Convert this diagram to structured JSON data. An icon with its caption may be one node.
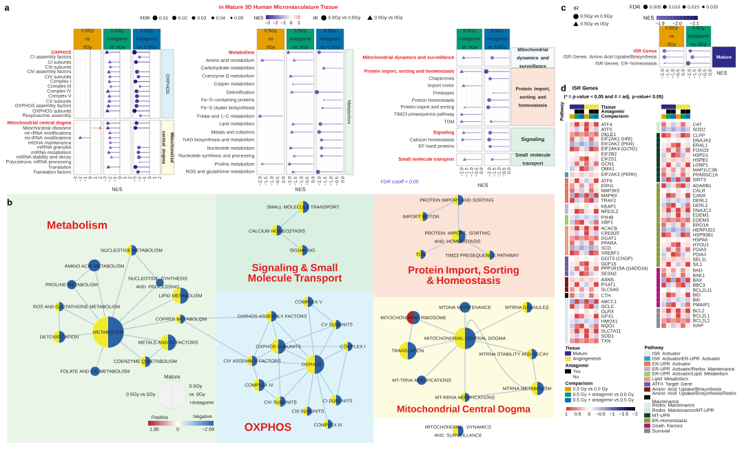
{
  "diagram": {
    "title": "in Mature 3D Human Microvasculature Tissue",
    "nodes": [
      {
        "text": [
          "0.5Gy vs 0Gy"
        ]
      },
      {
        "text": [
          "0.5Gy Antagomir vs 0Gy"
        ]
      },
      {
        "text": [
          "0.5Gy Antagomir vs 0.5Gy"
        ]
      },
      {
        "text": [
          "OXPHOS"
        ]
      },
      {
        "text": [
          "Mitochondrial central dogma"
        ]
      },
      {
        "text": [
          "0.5Gy vs 0Gy"
        ]
      },
      {
        "text": [
          "0.5Gy Antagomir vs 0Gy"
        ]
      },
      {
        "text": [
          "0.5Gy Antagomir vs 0.5Gy"
        ]
      },
      {
        "text": [
          "Metabolism"
        ]
      },
      {
        "text": [
          "0.5Gy Antagomir vs 0Gy"
        ]
      },
      {
        "text": [
          "0.5Gy Antagomir vs 0.5Gy"
        ]
      },
      {
        "text": [
          "Mitochondrial dynamics and surveillance"
        ]
      },
      {
        "text": [
          "Protein import, sorting and homeostasis"
        ]
      },
      {
        "text": [
          "Signaling"
        ]
      },
      {
        "text": [
          "Small molecule transport"
        ]
      },
      {
        "text": [
          "0.5Gy vs 0Gy"
        ]
      },
      {
        "text": [
          "0.5Gy Antagomir vs 0Gy"
        ]
      },
      {
        "text": [
          "Mature"
        ]
      },
      {
        "text": [
          "Metabolism"
        ]
      },
      {
        "text": [
          "Signaling & Small Molecule Transport"
        ]
      },
      {
        "text": [
          "OXPHOS"
        ]
      },
      {
        "text": [
          "Protein Import, Sorting & Homeostasis"
        ]
      },
      {
        "text": [
          "Mitochondrial Central Dogma"
        ]
      },
      {
        "text": [
          "NUCLEOTIDE METABOLISM"
        ],
        "in": 18
      },
      {
        "text": [
          "AMINO ACID METABOLISM"
        ],
        "in": 18
      },
      {
        "text": [
          "PROLINE METABOLISM"
        ],
        "in": 18
      },
      {
        "text": [
          "NUCLEOTIDE SYNTHESIS AND PROCESSING"
        ],
        "in": 18
      },
      {
        "text": [
          "LIPID METABOLISM"
        ],
        "in": 18
      },
      {
        "text": [
          "ROS AND GLUTATHIONE METABOLISM"
        ],
        "in": 18
      },
      {
        "text": [
          "COPPER METABOLISM"
        ],
        "in": 18
      },
      {
        "text": [
          "METABOLISM"
        ],
        "in": 18
      },
      {
        "text": [
          "DETOXIFICATION"
        ],
        "in": 18
      },
      {
        "text": [
          "METALS AND COFACTORS"
        ],
        "in": 18
      },
      {
        "text": [
          "COENZYME Q METABOLISM"
        ],
        "in": 18
      },
      {
        "text": [
          "FOLATE AND 1-C METABOLISM"
        ],
        "in": 18
      },
      {
        "text": [
          "SMALL MOLECULE TRANSPORT"
        ],
        "in": 19
      },
      {
        "text": [
          "CALCIUM HOMEOSTASIS"
        ],
        "in": 19
      },
      {
        "text": [
          "SIGNALING"
        ],
        "in": 19
      },
      {
        "text": [
          "COMPLEX V"
        ],
        "in": 20
      },
      {
        "text": [
          "OXPHOS ASSEMBLY FACTORS"
        ],
        "in": 20
      },
      {
        "text": [
          "CV SUBUNITS"
        ],
        "in": 20
      },
      {
        "text": [
          "OXPHOS SUBUNITS"
        ],
        "in": 20
      },
      {
        "text": [
          "COMPLEX I"
        ],
        "in": 20
      },
      {
        "text": [
          "CIV ASSEMBLY FACTORS"
        ],
        "in": 20
      },
      {
        "text": [
          "OXPHOS"
        ],
        "in": 20
      },
      {
        "text": [
          "COMPLEX IV"
        ],
        "in": 20
      },
      {
        "text": [
          "CIV SUBUNITS"
        ],
        "in": 20
      },
      {
        "text": [
          "CI SUBUNITS"
        ],
        "in": 20
      },
      {
        "text": [
          "CIII SUBUNITS"
        ],
        "in": 20
      },
      {
        "text": [
          "COMPLEX III"
        ],
        "in": 20
      },
      {
        "text": [
          "PROTEIN IMPORT AND SORTING"
        ],
        "in": 21
      },
      {
        "text": [
          "IMPORT MOTOR"
        ],
        "in": 21
      },
      {
        "text": [
          "PROTEIN IMPORT, SORTING AND HOMEOSTASIS"
        ],
        "in": 21
      },
      {
        "text": [
          "TOM"
        ],
        "in": 21
      },
      {
        "text": [
          "TIM23 PRESEQUENCE PATHWAY"
        ],
        "in": 21
      },
      {
        "text": [
          "MTDNA MAINTENANCE"
        ],
        "in": 22
      },
      {
        "text": [
          "MTRNA GRANULES"
        ],
        "in": 22
      },
      {
        "text": [
          "MITOCHONDRIAL RIBOSOME"
        ],
        "in": 22
      },
      {
        "text": [
          "MITOCHONDRIAL CENTRAL DOGMA"
        ],
        "in": 22
      },
      {
        "text": [
          "TRANSLATION"
        ],
        "in": 22
      },
      {
        "text": [
          "MTRNA STABILITY AND DECAY"
        ],
        "in": 22
      },
      {
        "text": [
          "MT-TRNA MODIFICATIONS"
        ],
        "in": 22
      },
      {
        "text": [
          "MTRNA METABOLISM"
        ],
        "in": 22
      },
      {
        "text": [
          "MT-RRNA MODIFICATIONS"
        ],
        "in": 22
      },
      {
        "text": [
          "MITOCHONDRIAL DYNAMICS AND SURVEILLANCE"
        ]
      }
    ],
    "edges": [
      {
        "from": 30,
        "to": 23,
        "arrow": "none"
      },
      {
        "from": 30,
        "to": 24,
        "arrow": "none"
      },
      {
        "from": 30,
        "to": 25,
        "arrow": "none"
      },
      {
        "from": 30,
        "to": 26,
        "arrow": "none"
      },
      {
        "from": 30,
        "to": 27,
        "arrow": "none"
      },
      {
        "from": 30,
        "to": 28,
        "arrow": "none"
      },
      {
        "from": 30,
        "to": 29,
        "arrow": "none"
      },
      {
        "from": 30,
        "to": 31,
        "arrow": "none"
      },
      {
        "from": 30,
        "to": 32,
        "arrow": "none"
      },
      {
        "from": 30,
        "to": 33,
        "arrow": "none"
      },
      {
        "from": 30,
        "to": 34,
        "arrow": "none"
      },
      {
        "from": 24,
        "to": 25,
        "arrow": "none"
      },
      {
        "from": 28,
        "to": 31,
        "arrow": "none"
      },
      {
        "from": 23,
        "to": 26,
        "arrow": "none"
      },
      {
        "from": 32,
        "to": 33,
        "arrow": "none"
      },
      {
        "from": 29,
        "to": 39,
        "arrow": "none"
      },
      {
        "from": 29,
        "to": 43,
        "arrow": "none"
      },
      {
        "from": 35,
        "to": 36,
        "arrow": "none"
      },
      {
        "from": 36,
        "to": 37,
        "arrow": "none"
      },
      {
        "from": 44,
        "to": 38,
        "arrow": "none"
      },
      {
        "from": 44,
        "to": 39,
        "arrow": "none"
      },
      {
        "from": 44,
        "to": 40,
        "arrow": "none"
      },
      {
        "from": 44,
        "to": 41,
        "arrow": "none"
      },
      {
        "from": 44,
        "to": 42,
        "arrow": "none"
      },
      {
        "from": 44,
        "to": 43,
        "arrow": "none"
      },
      {
        "from": 44,
        "to": 45,
        "arrow": "none"
      },
      {
        "from": 44,
        "to": 46,
        "arrow": "none"
      },
      {
        "from": 44,
        "to": 47,
        "arrow": "none"
      },
      {
        "from": 44,
        "to": 48,
        "arrow": "none"
      },
      {
        "from": 44,
        "to": 49,
        "arrow": "none"
      },
      {
        "from": 41,
        "to": 39,
        "arrow": "none"
      },
      {
        "from": 41,
        "to": 40,
        "arrow": "none"
      },
      {
        "from": 41,
        "to": 42,
        "arrow": "none"
      },
      {
        "from": 41,
        "to": 43,
        "arrow": "none"
      },
      {
        "from": 41,
        "to": 46,
        "arrow": "none"
      },
      {
        "from": 43,
        "to": 45,
        "arrow": "none"
      },
      {
        "from": 45,
        "to": 46,
        "arrow": "none"
      },
      {
        "from": 42,
        "to": 47,
        "arrow": "none"
      },
      {
        "from": 39,
        "to": 43,
        "arrow": "none"
      },
      {
        "from": 38,
        "to": 40,
        "arrow": "none"
      },
      {
        "from": 50,
        "to": 51,
        "arrow": "none"
      },
      {
        "from": 50,
        "to": 52,
        "arrow": "none"
      },
      {
        "from": 53,
        "to": 52,
        "arrow": "none"
      },
      {
        "from": 52,
        "to": 54,
        "arrow": "none"
      },
      {
        "from": 58,
        "to": 55,
        "arrow": "none"
      },
      {
        "from": 58,
        "to": 56,
        "arrow": "none"
      },
      {
        "from": 58,
        "to": 57,
        "arrow": "none"
      },
      {
        "from": 58,
        "to": 59,
        "arrow": "none"
      },
      {
        "from": 58,
        "to": 60,
        "arrow": "none"
      },
      {
        "from": 58,
        "to": 61,
        "arrow": "none"
      },
      {
        "from": 58,
        "to": 62,
        "arrow": "none"
      },
      {
        "from": 58,
        "to": 63,
        "arrow": "none"
      },
      {
        "from": 57,
        "to": 59,
        "arrow": "none"
      },
      {
        "from": 60,
        "to": 62,
        "arrow": "none"
      },
      {
        "from": 63,
        "to": 62,
        "arrow": "none"
      }
    ],
    "labels": [
      "a",
      "FDR",
      "NES",
      "−3",
      "−2",
      "−1",
      "0",
      "1",
      "IR",
      "OXPHOS",
      "CI assembly factors",
      "CI subunits",
      "CIII subunits",
      "CIV assembly factors",
      "CIV subunits",
      "Complex I",
      "Complex III",
      "Complex IV",
      "Complex V",
      "CV subunits",
      "OXPHOS assembly factors",
      "OXPHOS subunits",
      "Respirasome assembly",
      "Mitochondrial central dogma",
      "Mitochondrial ribosome",
      "mt-rRNA modifications",
      "mt-tRNA modifications",
      "mtDNA maintenance",
      "mtRNA granules",
      "mtRNA metabolism",
      "mtRNA stability and decay",
      "Polycistronic mRNA processing",
      "Translation",
      "Translation factors",
      "−3",
      "−2",
      "−1",
      "0",
      "1",
      "2",
      "−3",
      "−2",
      "−1",
      "0",
      "1",
      "2",
      "−3",
      "−2",
      "−1",
      "0",
      "1",
      "2",
      "NES",
      "Metabolism",
      "Amino acid metabolism",
      "Carbohydrate metabolism",
      "Coenzyme Q metabolism",
      "Copper metabolism",
      "Detoxification",
      "Fe−S−containing proteins",
      "Fe−S cluster biosynthesis",
      "Folate and 1−C metabolism",
      "Lipid metabolism",
      "Metals and cofactors",
      "NAD biosynthesis and metabolism",
      "Nucleotide metabolism",
      "Nucleotide synthesis and processing",
      "Proline metabolism",
      "ROS and glutathione metabolism",
      "−2.0",
      "−1.5",
      "−1.0",
      "−0.5",
      "0.0",
      "−2.0",
      "−1.5",
      "−1.0",
      "−0.5",
      "0.0",
      "−2.0",
      "−1.5",
      "−1.0",
      "−0.5",
      "0.0",
      "NES",
      "Mitochondrial dynamics and surveillance",
      "Protein import, sorting and homeostasis",
      "Chaperones",
      "Import motor",
      "Proteases",
      "Protein homeostasis",
      "Protein import and sorting",
      "TIM23 presequence pathway",
      "TOM",
      "Signaling",
      "Calcium homeostasis",
      "EF hand proteins",
      "Small molecule transport",
      "−2.0",
      "−1.5",
      "−1.0",
      "−0.5",
      "0.0",
      "−2.0",
      "−1.5",
      "−1.0",
      "−0.5",
      "0.0",
      "FDR cutoff < 0.05",
      "NES",
      "b",
      "Mature",
      "0.5Gy vs 0Gy",
      "0.5Gy vs 0Gy +Antagomir",
      "Positive",
      "Negative",
      "1.86",
      "0",
      "−2.69",
      "c",
      "IR",
      "FDR",
      "NES",
      "−1.9",
      "−2.0",
      "−2.1",
      "ISR Genes",
      "ISR Genes: Amino Acid Uptake/Biosynthesis",
      "ISR Genes: ER−homeostasis",
      "−2.0",
      "−1.5",
      "−1.0",
      "−0.5",
      "0.0",
      "−2.0",
      "−1.5",
      "−1.0",
      "−0.5",
      "0.0",
      "NES",
      "d",
      "ISR Genes",
      "(* = p-value < 0.05 and # = adj. p-value< 0.05)",
      "Pathway",
      "Tissue",
      "Antagomir",
      "Comparison",
      "ATF4",
      "ATF5",
      "DELE1",
      "EIF2AK1 (HRI)",
      "EIF2AK2 (PKR)",
      "EIF2AK4 (GCN2)",
      "EIF2B2",
      "EIF2S1",
      "GCN1",
      "OMA1",
      "EIF2AK3 (PERK)",
      "ATF6",
      "ERN1",
      "MAP3K5",
      "MAPK8",
      "TRAF2",
      "KEAP1",
      "NFE2L2",
      "P4HB",
      "XBP1",
      "ACACB",
      "CREBZF",
      "DGAT1",
      "PPARA",
      "SCD",
      "SREBF1",
      "DDIT3 (CHOP)",
      "GDF15",
      "PPP1R15A (GADD34)",
      "SESN2",
      "ASNS",
      "PSAT1",
      "SLC6A9",
      "CTH",
      "ABCC1",
      "GCLC",
      "GLRX",
      "GPX1",
      "HMOX1",
      "NQO1",
      "SLC7A11",
      "SOD1",
      "TXN",
      "CAT",
      "SOD2",
      "CLPP",
      "DNAJA3",
      "ERAL1",
      "FOXO3",
      "HSPD1",
      "HSPE1",
      "LONP1",
      "MAP1LC3B",
      "PPARGC1A",
      "SIRT3",
      "ADARB1",
      "CALR",
      "CANX",
      "DERL1",
      "DERL2",
      "DNAJC3",
      "EDEM1",
      "EDEM3",
      "ERO1A",
      "HERPUD1",
      "HSP90B1",
      "HSPA5",
      "HYOU1",
      "PDIA3",
      "PDIA4",
      "SEL1L",
      "SIL1",
      "BAD",
      "BAK1",
      "BAX",
      "BBC3",
      "BCL2L11",
      "BID",
      "BIK",
      "PMAIP1",
      "BCL2",
      "BCL2L1",
      "BCL2L2",
      "XIAP",
      "Tissue",
      "Pathway",
      "Antagomir",
      "Comparison",
      "1",
      "0.5",
      "0",
      "−0.5",
      "−1",
      "−1.5",
      "−2"
    ],
    "legend": [
      {
        "text": "0.01"
      },
      {
        "text": "0.02"
      },
      {
        "text": "0.03"
      },
      {
        "text": "0.04"
      },
      {
        "text": "0.05"
      },
      {
        "text": "0.5Gy vs 0.5Gy"
      },
      {
        "text": "0.5Gy vs 0Gy"
      },
      {
        "text": "0.5Gy vs 0.5Gy"
      },
      {
        "text": "0.5Gy vs 0Gy"
      },
      {
        "text": "0.005"
      },
      {
        "text": "0.010"
      },
      {
        "text": "0.015"
      },
      {
        "text": "0.020"
      },
      {
        "text": "Mature",
        "color": "#2e2a87"
      },
      {
        "text": "Angiogenesis",
        "color": "#eee34a"
      },
      {
        "text": "Yes",
        "color": "#000000"
      },
      {
        "text": "No",
        "color": "#ffffff"
      },
      {
        "text": "0.5 Gy vs 0.0 Gy",
        "color": "#e69f00"
      },
      {
        "text": "0.5 Gy + antagomir vs 0.0 Gy",
        "color": "#009e73"
      },
      {
        "text": "0.5 Gy + antagomir vs 0.5 Gy",
        "color": "#0072b2"
      },
      {
        "text": "ISR Activator",
        "color": "#e3eef4"
      },
      {
        "text": "ISR Activator/ER-UPR Activator",
        "color": "#3a9ac9"
      },
      {
        "text": "ER-UPR Activator",
        "color": "#e8744d"
      },
      {
        "text": "ER-UPR Activator/Redox Maintenance",
        "color": "#c6b2d9"
      },
      {
        "text": "ER-UPR Activator/Lipid Metabolism",
        "color": "#9bd05c"
      },
      {
        "text": "Lipid Metabolism",
        "color": "#ef9a7c"
      },
      {
        "text": "ATF4 Target Gene",
        "color": "#6b5bab"
      },
      {
        "text": "Amino Acid Uptake/Biosynthesis",
        "color": "#7a1616"
      },
      {
        "text": "Amino Acid Uptake/Biosynthesis/Redox Maintenance",
        "color": "#111111"
      },
      {
        "text": "Redox Maintenance",
        "color": "#d6ecef"
      },
      {
        "text": "Redox Maintenance/MT-UPR",
        "color": "#cdeccb"
      },
      {
        "text": "MT-UPR",
        "color": "#0f3d2a"
      },
      {
        "text": "ER-Homeostasis",
        "color": "#8c9a3a"
      },
      {
        "text": "Death Factors",
        "color": "#b0137d"
      },
      {
        "text": "Survivial",
        "color": "#8a8a8a"
      }
    ]
  }
}
